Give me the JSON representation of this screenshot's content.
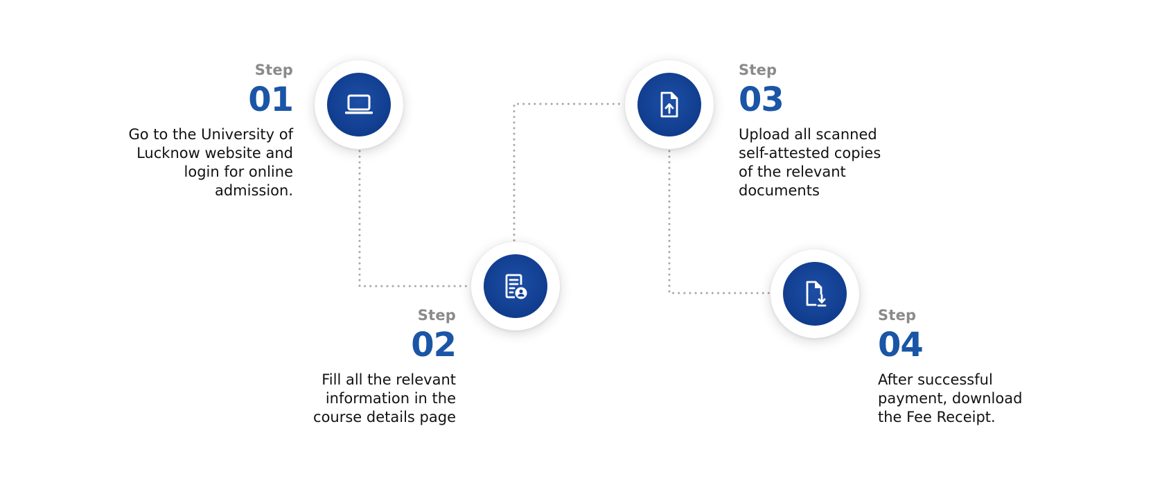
{
  "steps": [
    {
      "label": "Step",
      "number": "01",
      "description": "Go to the University of Lucknow website and login for online admission.",
      "icon": "laptop-icon"
    },
    {
      "label": "Step",
      "number": "02",
      "description": "Fill all the relevant information in the course details page",
      "icon": "form-user-icon"
    },
    {
      "label": "Step",
      "number": "03",
      "description": "Upload all scanned self-attested copies of the relevant documents",
      "icon": "file-upload-icon"
    },
    {
      "label": "Step",
      "number": "04",
      "description": "After successful payment, download the Fee Receipt.",
      "icon": "file-download-icon"
    }
  ],
  "colors": {
    "accent": "#1a55a6",
    "circle": "#123f91",
    "step_label": "#8a8a8a",
    "connector": "#a8a8a8",
    "text": "#111111"
  }
}
